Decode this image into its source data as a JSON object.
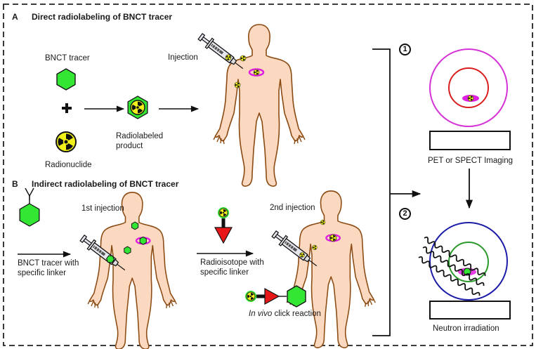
{
  "panel_a": {
    "letter": "A",
    "title": "Direct radiolabeling of BNCT tracer",
    "bnct_tracer_label": "BNCT tracer",
    "radionuclide_label": "Radionuclide",
    "product_label_line1": "Radiolabeled",
    "product_label_line2": "product",
    "injection_label": "Injection"
  },
  "panel_b": {
    "letter": "B",
    "title": "Indirect radiolabeling of BNCT tracer",
    "tracer_linker_line1": "BNCT tracer with",
    "tracer_linker_line2": "specific linker",
    "first_injection_label": "1st injection",
    "isotope_linker_line1": "Radioisotope with",
    "isotope_linker_line2": "specific linker",
    "second_injection_label": "2nd injection",
    "click_italic": "In vivo",
    "click_rest": " click reaction"
  },
  "right": {
    "step1": "1",
    "step2": "2",
    "imaging_label": "PET or SPECT Imaging",
    "irradiation_label": "Neutron irradiation"
  },
  "colors": {
    "tracer_green": "#33e633",
    "radio_yellow": "#f2f21a",
    "skin": "#fbd9c0",
    "skin_outline": "#8a4a12",
    "tumor_magenta": "#e020e0",
    "pet_outer": "#d633d6",
    "pet_inner": "#d81e1e",
    "neutron_outer": "#1c1ca8",
    "neutron_inner": "#2a9a2a",
    "linker_red": "#e81818"
  }
}
